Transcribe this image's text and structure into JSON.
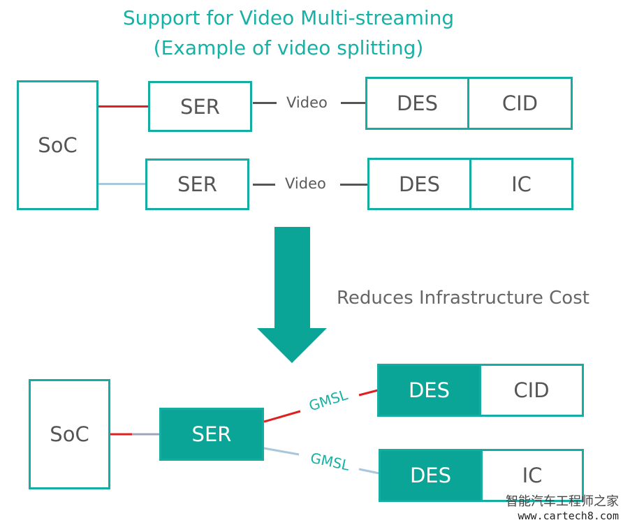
{
  "title": {
    "line1": "Support for Video Multi-streaming",
    "line2": "(Example of video splitting)"
  },
  "top_diagram": {
    "soc": "SoC",
    "row1": {
      "ser": "SER",
      "link": "Video",
      "des": "DES",
      "end": "CID"
    },
    "row2": {
      "ser": "SER",
      "link": "Video",
      "des": "DES",
      "end": "IC"
    }
  },
  "caption": "Reduces Infrastructure Cost",
  "bottom_diagram": {
    "soc": "SoC",
    "ser": "SER",
    "row1": {
      "link": "GMSL",
      "des": "DES",
      "end": "CID"
    },
    "row2": {
      "link": "GMSL",
      "des": "DES",
      "end": "IC"
    }
  },
  "watermark": {
    "line1": "智能汽车工程师之家",
    "url": "www.cartech8.com"
  },
  "colors": {
    "teal": "#0aa596",
    "red_link": "#e02020",
    "blue_link": "#a8c6dc",
    "grey_link": "#a0a4b8",
    "text": "#555555"
  }
}
